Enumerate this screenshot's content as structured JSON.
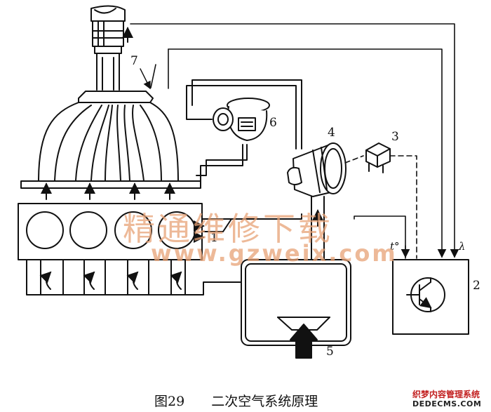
{
  "callouts": {
    "n1": "1",
    "n2": "2",
    "n3": "3",
    "n4": "4",
    "n5": "5",
    "n6": "6",
    "n7": "7"
  },
  "signal_labels": {
    "temperature": "t°",
    "lambda": "λ"
  },
  "watermark": {
    "cn_text": "精通维修下载",
    "url_text": "www.gzweix.com"
  },
  "caption": {
    "figure_number": "图29",
    "title": "二次空气系统原理"
  },
  "corner_logo": {
    "line1": "织梦内容管理系统",
    "line2": "DEDECMS.COM"
  },
  "colors": {
    "line": "#111111",
    "watermark": "#e7a276",
    "logo_red": "#c21f1f"
  }
}
